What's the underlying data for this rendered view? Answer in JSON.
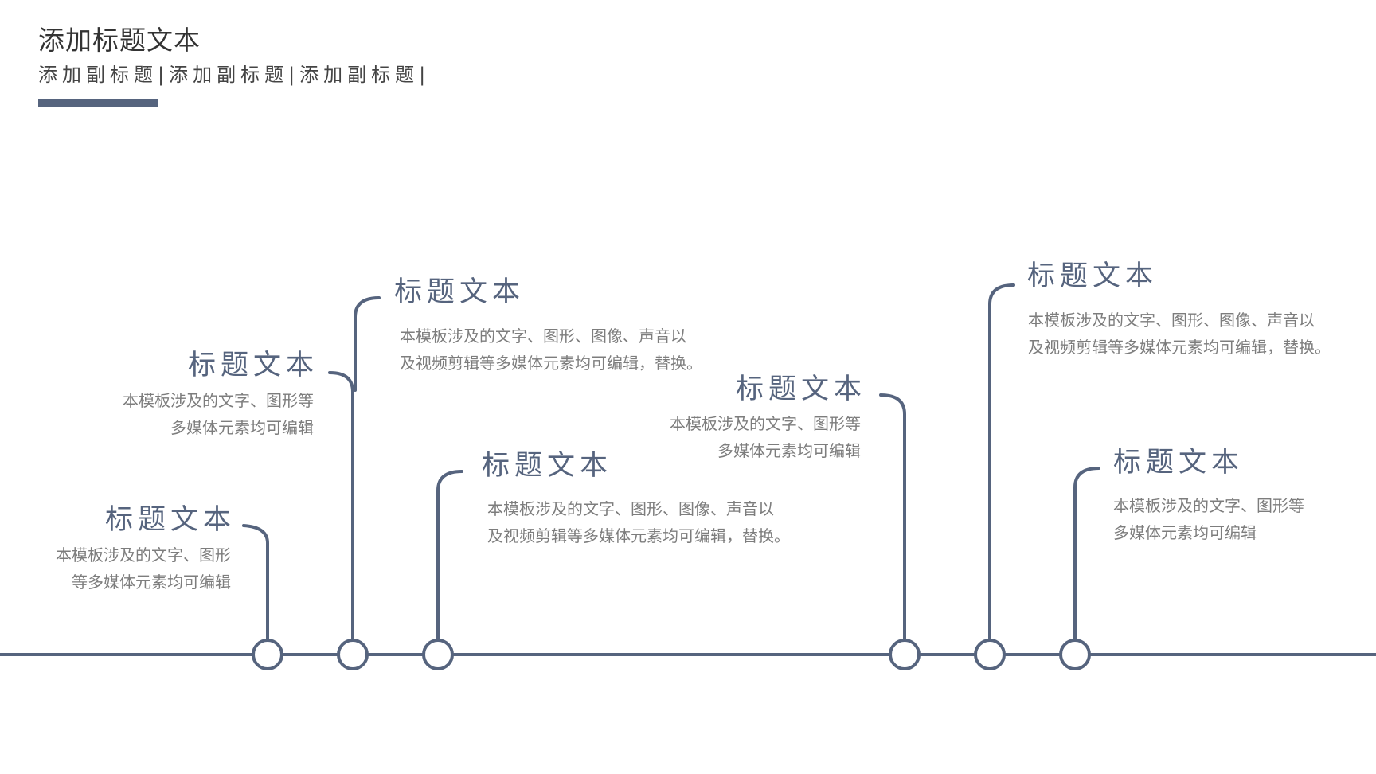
{
  "header": {
    "title": "添加标题文本",
    "subtitle": "添加副标题|添加副标题|添加副标题|"
  },
  "colors": {
    "primary": "#56647e",
    "text": "#333333",
    "muted": "#7d7d7d",
    "background": "#ffffff"
  },
  "timeline": {
    "items": [
      {
        "title": "标题文本",
        "lines": [
          "本模板涉及的文字、图形",
          "等多媒体元素均可编辑"
        ]
      },
      {
        "title": "标题文本",
        "lines": [
          "本模板涉及的文字、图形等",
          "多媒体元素均可编辑"
        ]
      },
      {
        "title": "标题文本",
        "lines": [
          "本模板涉及的文字、图形、图像、声音以",
          "及视频剪辑等多媒体元素均可编辑，替换。"
        ]
      },
      {
        "title": "标题文本",
        "lines": [
          "本模板涉及的文字、图形、图像、声音以",
          "及视频剪辑等多媒体元素均可编辑，替换。"
        ]
      },
      {
        "title": "标题文本",
        "lines": [
          "本模板涉及的文字、图形等",
          "多媒体元素均可编辑"
        ]
      },
      {
        "title": "标题文本",
        "lines": [
          "本模板涉及的文字、图形、图像、声音以",
          "及视频剪辑等多媒体元素均可编辑，替换。"
        ]
      },
      {
        "title": "标题文本",
        "lines": [
          "本模板涉及的文字、图形等",
          "多媒体元素均可编辑"
        ]
      }
    ]
  }
}
